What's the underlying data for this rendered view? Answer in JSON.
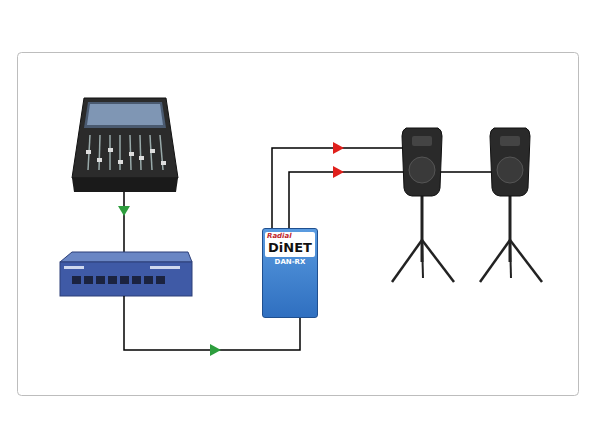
{
  "diagram": {
    "nodes": [
      {
        "text": [
          "Radial",
          "DiNET",
          "DAN-RX"
        ]
      }
    ]
  }
}
